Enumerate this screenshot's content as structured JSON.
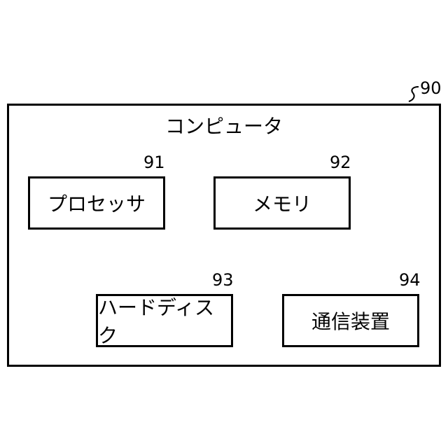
{
  "computer": {
    "label": "コンピュータ",
    "ref": "90"
  },
  "processor": {
    "label": "プロセッサ",
    "ref": "91"
  },
  "memory": {
    "label": "メモリ",
    "ref": "92"
  },
  "hard_disk": {
    "label": "ハードディスク",
    "ref": "93"
  },
  "communication_device": {
    "label": "通信装置",
    "ref": "94"
  }
}
